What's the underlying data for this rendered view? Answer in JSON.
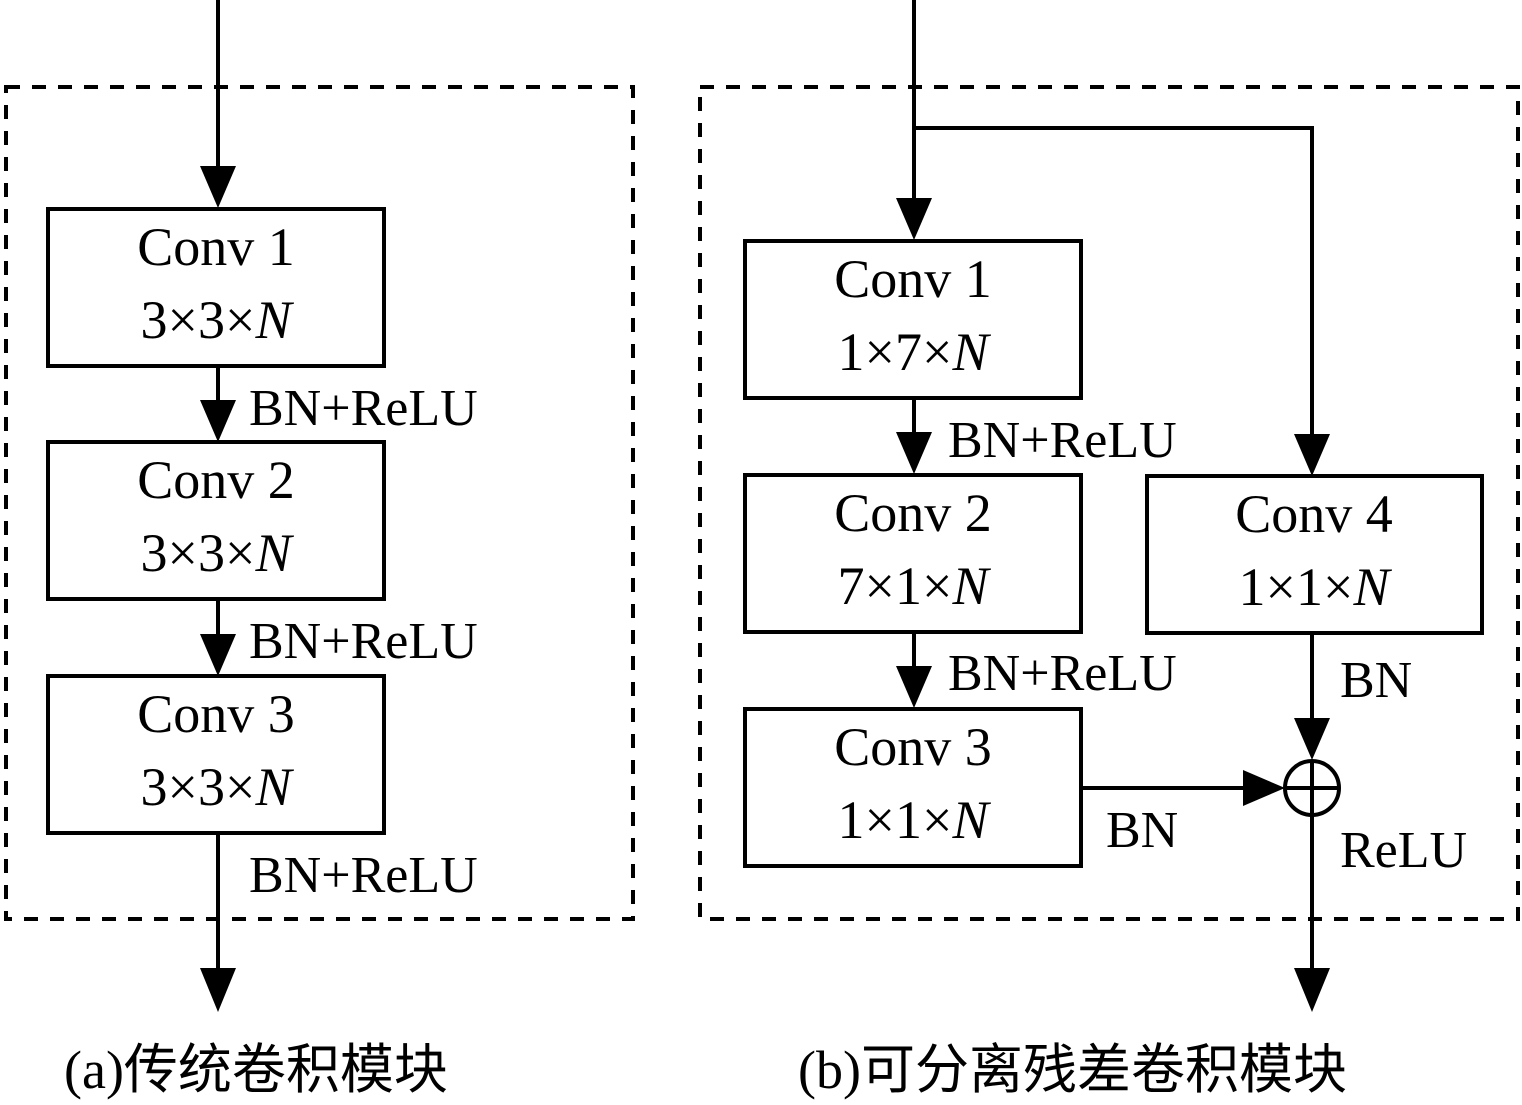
{
  "panel_a": {
    "caption": "(a)传统卷积模块",
    "blocks": [
      {
        "name": "Conv 1",
        "dims": "3×3×",
        "var": "N"
      },
      {
        "name": "Conv 2",
        "dims": "3×3×",
        "var": "N"
      },
      {
        "name": "Conv 3",
        "dims": "3×3×",
        "var": "N"
      }
    ],
    "edge_labels": [
      "BN+ReLU",
      "BN+ReLU",
      "BN+ReLU"
    ]
  },
  "panel_b": {
    "caption": "(b)可分离残差卷积模块",
    "blocks": [
      {
        "name": "Conv 1",
        "dims": "1×7×",
        "var": "N"
      },
      {
        "name": "Conv 2",
        "dims": "7×1×",
        "var": "N"
      },
      {
        "name": "Conv 3",
        "dims": "1×1×",
        "var": "N"
      },
      {
        "name": "Conv 4",
        "dims": "1×1×",
        "var": "N"
      }
    ],
    "edge_labels": {
      "conv1_to_conv2": "BN+ReLU",
      "conv2_to_conv3": "BN+ReLU",
      "conv3_to_sum": "BN",
      "conv4_to_sum": "BN",
      "sum_output": "ReLU"
    },
    "sum_symbol": "⊕"
  }
}
